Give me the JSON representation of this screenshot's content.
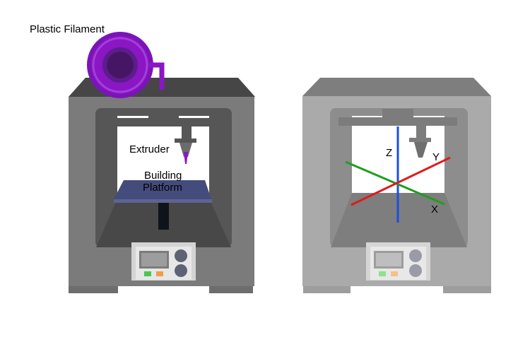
{
  "labels": {
    "plastic_filament": "Plastic Filament",
    "extruder": "Extruder",
    "building_platform_line1": "Building",
    "building_platform_line2": "Platform"
  },
  "axes": {
    "z": "Z",
    "y": "Y",
    "x": "X"
  },
  "colors": {
    "filament": "#8a16c4",
    "filament_dark": "#4b1a6e",
    "frame_left": "#7a7b7a",
    "frame_right": "#a9aaa9",
    "top_left": "#464646",
    "top_right": "#7e7e7e",
    "platform": "#444c7c",
    "axis_z": "#1a4fe0",
    "axis_y": "#e01919",
    "axis_x": "#1f9e1f",
    "led_green": "#4cc552",
    "led_orange": "#f59a4c"
  }
}
